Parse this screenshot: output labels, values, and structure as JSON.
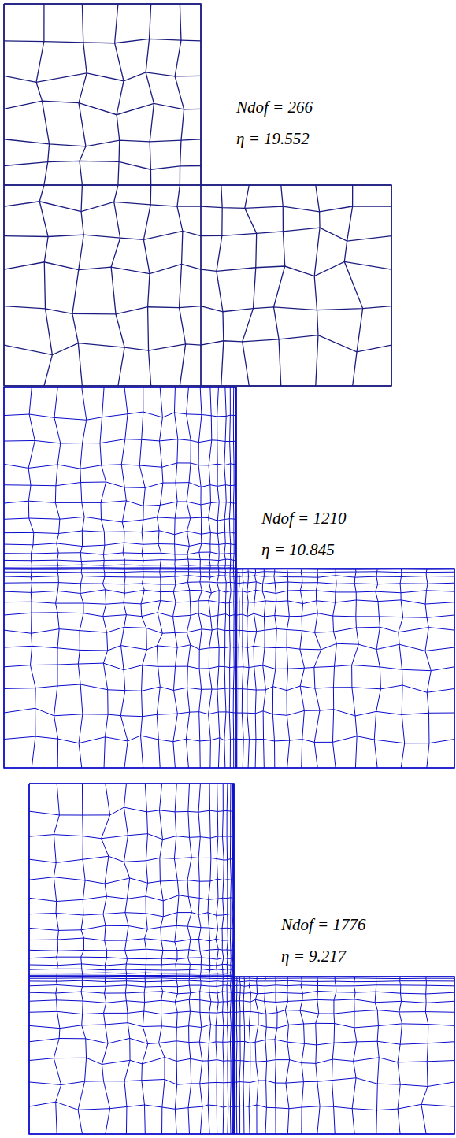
{
  "diagram": {
    "labels": [
      "Ndof = 266",
      "η = 19.552",
      "Ndof = 1210",
      "η = 10.845",
      "Ndof = 1776",
      "η = 9.217"
    ]
  }
}
